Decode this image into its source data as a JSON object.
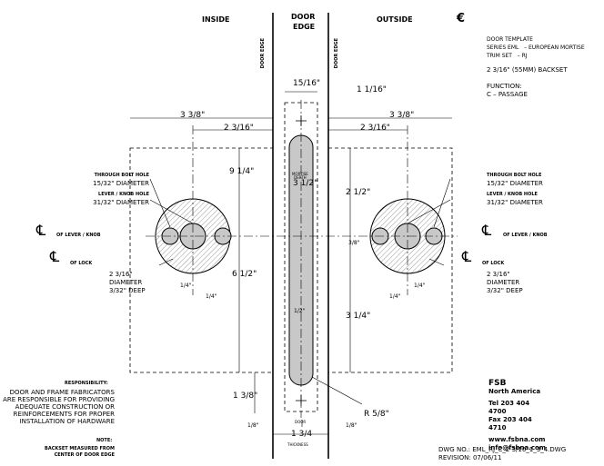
{
  "headers": {
    "inside": "INSIDE",
    "door_edge_1": "DOOR",
    "door_edge_2": "EDGE",
    "outside": "OUTSIDE",
    "euro_symbol": "€"
  },
  "door_edge_vertical": "DOOR EDGE",
  "info_block": {
    "line1": "DOOR TEMPLATE",
    "line2": "SERIES EML   – EUROPEAN MORTISE",
    "line3": "TRIM SET   – RJ",
    "line4": "2 3/16\" (55MM) BACKSET",
    "line5": "FUNCTION:",
    "line6": "C – PASSAGE"
  },
  "dimensions": {
    "top_width": "15/16\"",
    "top_gap": "1 1/16\"",
    "left_outer": "3 3/8\"",
    "left_backset": "2 3/16\"",
    "right_outer": "3 3/8\"",
    "right_backset": "2 3/16\"",
    "height_9": "9 1/4\"",
    "mortise": "3 1/2\"",
    "mortise_sub": "MORTISE\nDEPTH",
    "right_2": "2 1/2\"",
    "center_small": "3/8\"",
    "left_6": "6 1/2\"",
    "right_3": "3 1/4\"",
    "small_left_a": "1/4\"",
    "small_left_b": "1/4\"",
    "small_right_a": "1/4\"",
    "small_right_b": "1/4\"",
    "mid_center": "1/2\"",
    "bottom_left": "1 3/8\"",
    "bottom_left_small": "1/8\"",
    "bottom_right_small": "1/8\"",
    "thickness": "1 3/4",
    "thickness_label": "THICKNESS",
    "radius": "R 5/8\"",
    "door_label": "DOOR"
  },
  "left_labels": {
    "through_bolt_1": "THROUGH BOLT HOLE",
    "through_bolt_2": "15/32\" DIAMETER",
    "lever_hole_1": "LEVER / KNOB HOLE",
    "lever_hole_2": "31/32\" DIAMETER",
    "cl_lever": "OF LEVER / KNOB",
    "cl_lock": "OF LOCK",
    "dia_1": "2 3/16\"",
    "dia_2": "DIAMETER",
    "dia_3": "3/32\" DEEP"
  },
  "right_labels": {
    "through_bolt_1": "THROUGH BOLT HOLE",
    "through_bolt_2": "15/32\" DIAMETER",
    "lever_hole_1": "LEVER / KNOB HOLE",
    "lever_hole_2": "31/32\" DIAMETER",
    "cl_lever": "OF LEVER / KNOB",
    "cl_lock": "OF LOCK",
    "dia_1": "2 3/16\"",
    "dia_2": "DIAMETER",
    "dia_3": "3/32\" DEEP"
  },
  "centerline_symbol": "℄",
  "responsibility": {
    "title": "RESPONSIBILITY:",
    "l1": "DOOR AND FRAME FABRICATORS",
    "l2": "ARE RESPONSIBLE FOR PROVIDING",
    "l3": "ADEQUATE CONSTRUCTION OR",
    "l4": "REINFORCEMENTS FOR PROPER",
    "l5": "INSTALLATION OF HARDWARE"
  },
  "note": {
    "title": "NOTE:",
    "l1": "BACKSET MEASURED FROM",
    "l2": "CENTER OF DOOR EDGE"
  },
  "company": {
    "name": "FSB",
    "region": "North America",
    "tel": "Tel 203 404",
    "tel2": "4700",
    "fax": "Fax 203 404",
    "fax2": "4710",
    "web": "www.fsbna.com",
    "email": "info@fsbna.com"
  },
  "drawing": {
    "dwg": "DWG NO.: EML_RJ_C_2 3/16_1_3_4.DWG",
    "revision": "REVISION: 07/06/11"
  }
}
